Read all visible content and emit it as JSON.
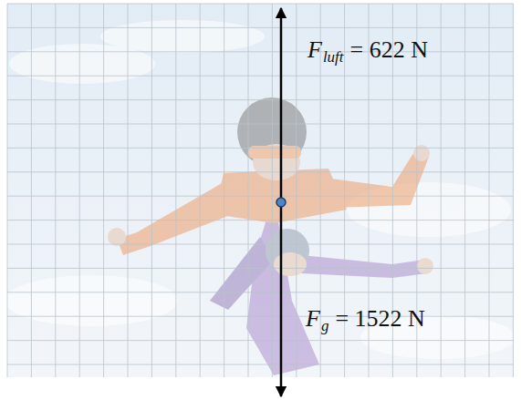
{
  "diagram": {
    "labels": [
      "F",
      "luft",
      "= 622 N",
      "F",
      "g",
      "= 1522 N"
    ]
  }
}
